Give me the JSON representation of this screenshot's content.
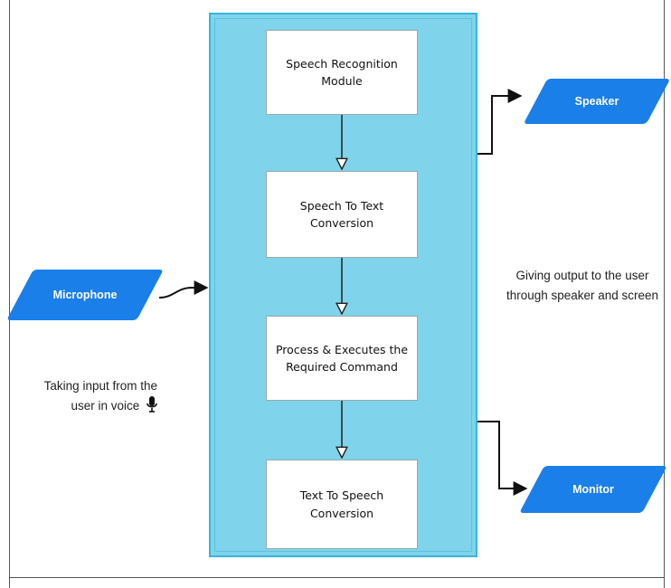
{
  "diagram": {
    "stages": [
      "Speech Recognition Module",
      "Speech To Text Conversion",
      "Process & Executes the Required Command",
      "Text To Speech Conversion"
    ],
    "input": {
      "label": "Microphone",
      "note": "Taking input from the user in voice"
    },
    "outputs": {
      "speaker": "Speaker",
      "monitor": "Monitor",
      "note": "Giving output to the user through speaker and screen"
    },
    "colors": {
      "container_fill": "#7fd3ea",
      "container_border": "#39b6d6",
      "shape_fill": "#1a7fe8"
    },
    "icons": {
      "voice": "microphone-icon"
    }
  }
}
